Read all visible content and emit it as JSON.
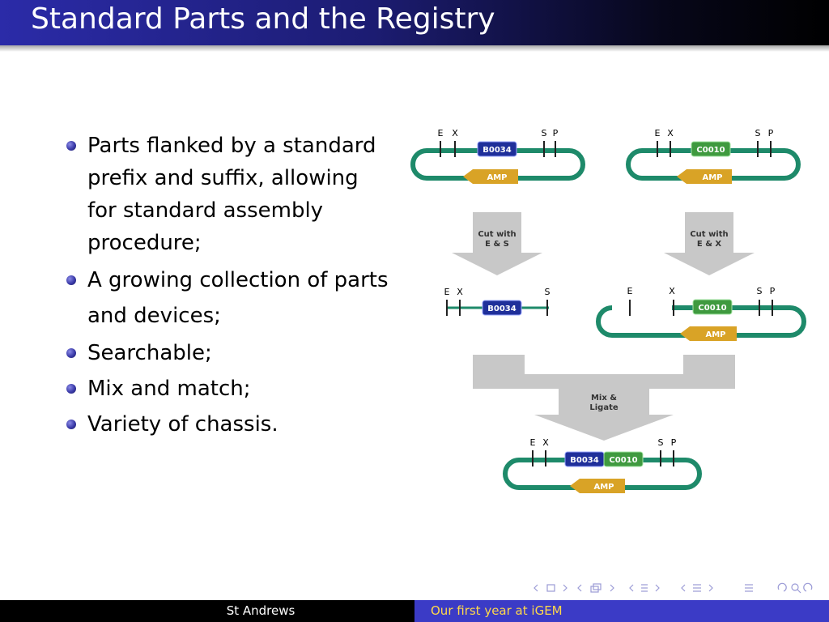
{
  "slide": {
    "title": "Standard Parts and the Registry",
    "bullets": [
      "Parts flanked by a standard prefix and suffix, allowing for standard assembly procedure;",
      "A growing collection of parts and devices;",
      "Searchable;",
      "Mix and match;",
      "Variety of chassis."
    ]
  },
  "diagram": {
    "site_e": "E",
    "site_x": "X",
    "site_s": "S",
    "site_p": "P",
    "part_1": "B0034",
    "part_2": "C0010",
    "marker": "AMP",
    "step_1a": "Cut with",
    "step_1b": "E & S",
    "step_2a": "Cut with",
    "step_2b": "E & X",
    "step_3a": "Mix &",
    "step_3b": "Ligate",
    "colors": {
      "plasmid": "#1e8a6a",
      "part_1": "#1f2f9a",
      "part_2": "#3f9a3f",
      "marker": "#d9a326",
      "arrow": "#c8c8c8"
    }
  },
  "footer": {
    "left": "St Andrews",
    "right": "Our first year at iGEM"
  },
  "colors": {
    "title_bar": "#1c1c72",
    "footer_right_bg": "#3b3bc6",
    "footer_right_text": "#ffd84a"
  }
}
